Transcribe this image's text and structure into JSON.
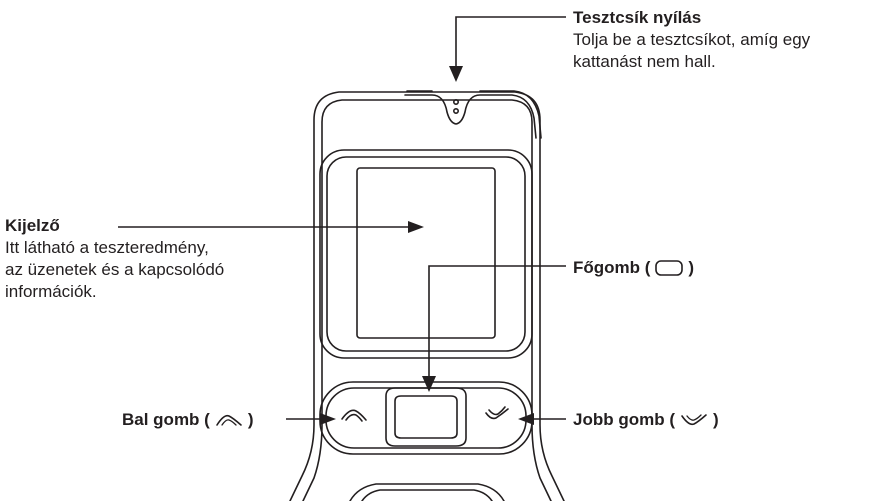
{
  "labels": {
    "test_strip_port": {
      "title": "Tesztcsík nyílás",
      "desc_line1": "Tolja be a tesztcsíkot, amíg egy",
      "desc_line2": "kattanást nem hall."
    },
    "display": {
      "title": "Kijelző",
      "desc_line1": "Itt látható a teszteredmény,",
      "desc_line2": "az üzenetek és a kapcsolódó",
      "desc_line3": "információk."
    },
    "main_button": {
      "prefix": "Főgomb (",
      "suffix": ")",
      "icon": "rounded-rectangle-icon"
    },
    "left_button": {
      "prefix": "Bal gomb (",
      "suffix": ")",
      "icon": "chevron-up-icon"
    },
    "right_button": {
      "prefix": "Jobb gomb (",
      "suffix": ")",
      "icon": "chevron-down-icon"
    }
  },
  "colors": {
    "line": "#231f20",
    "background": "#ffffff"
  }
}
